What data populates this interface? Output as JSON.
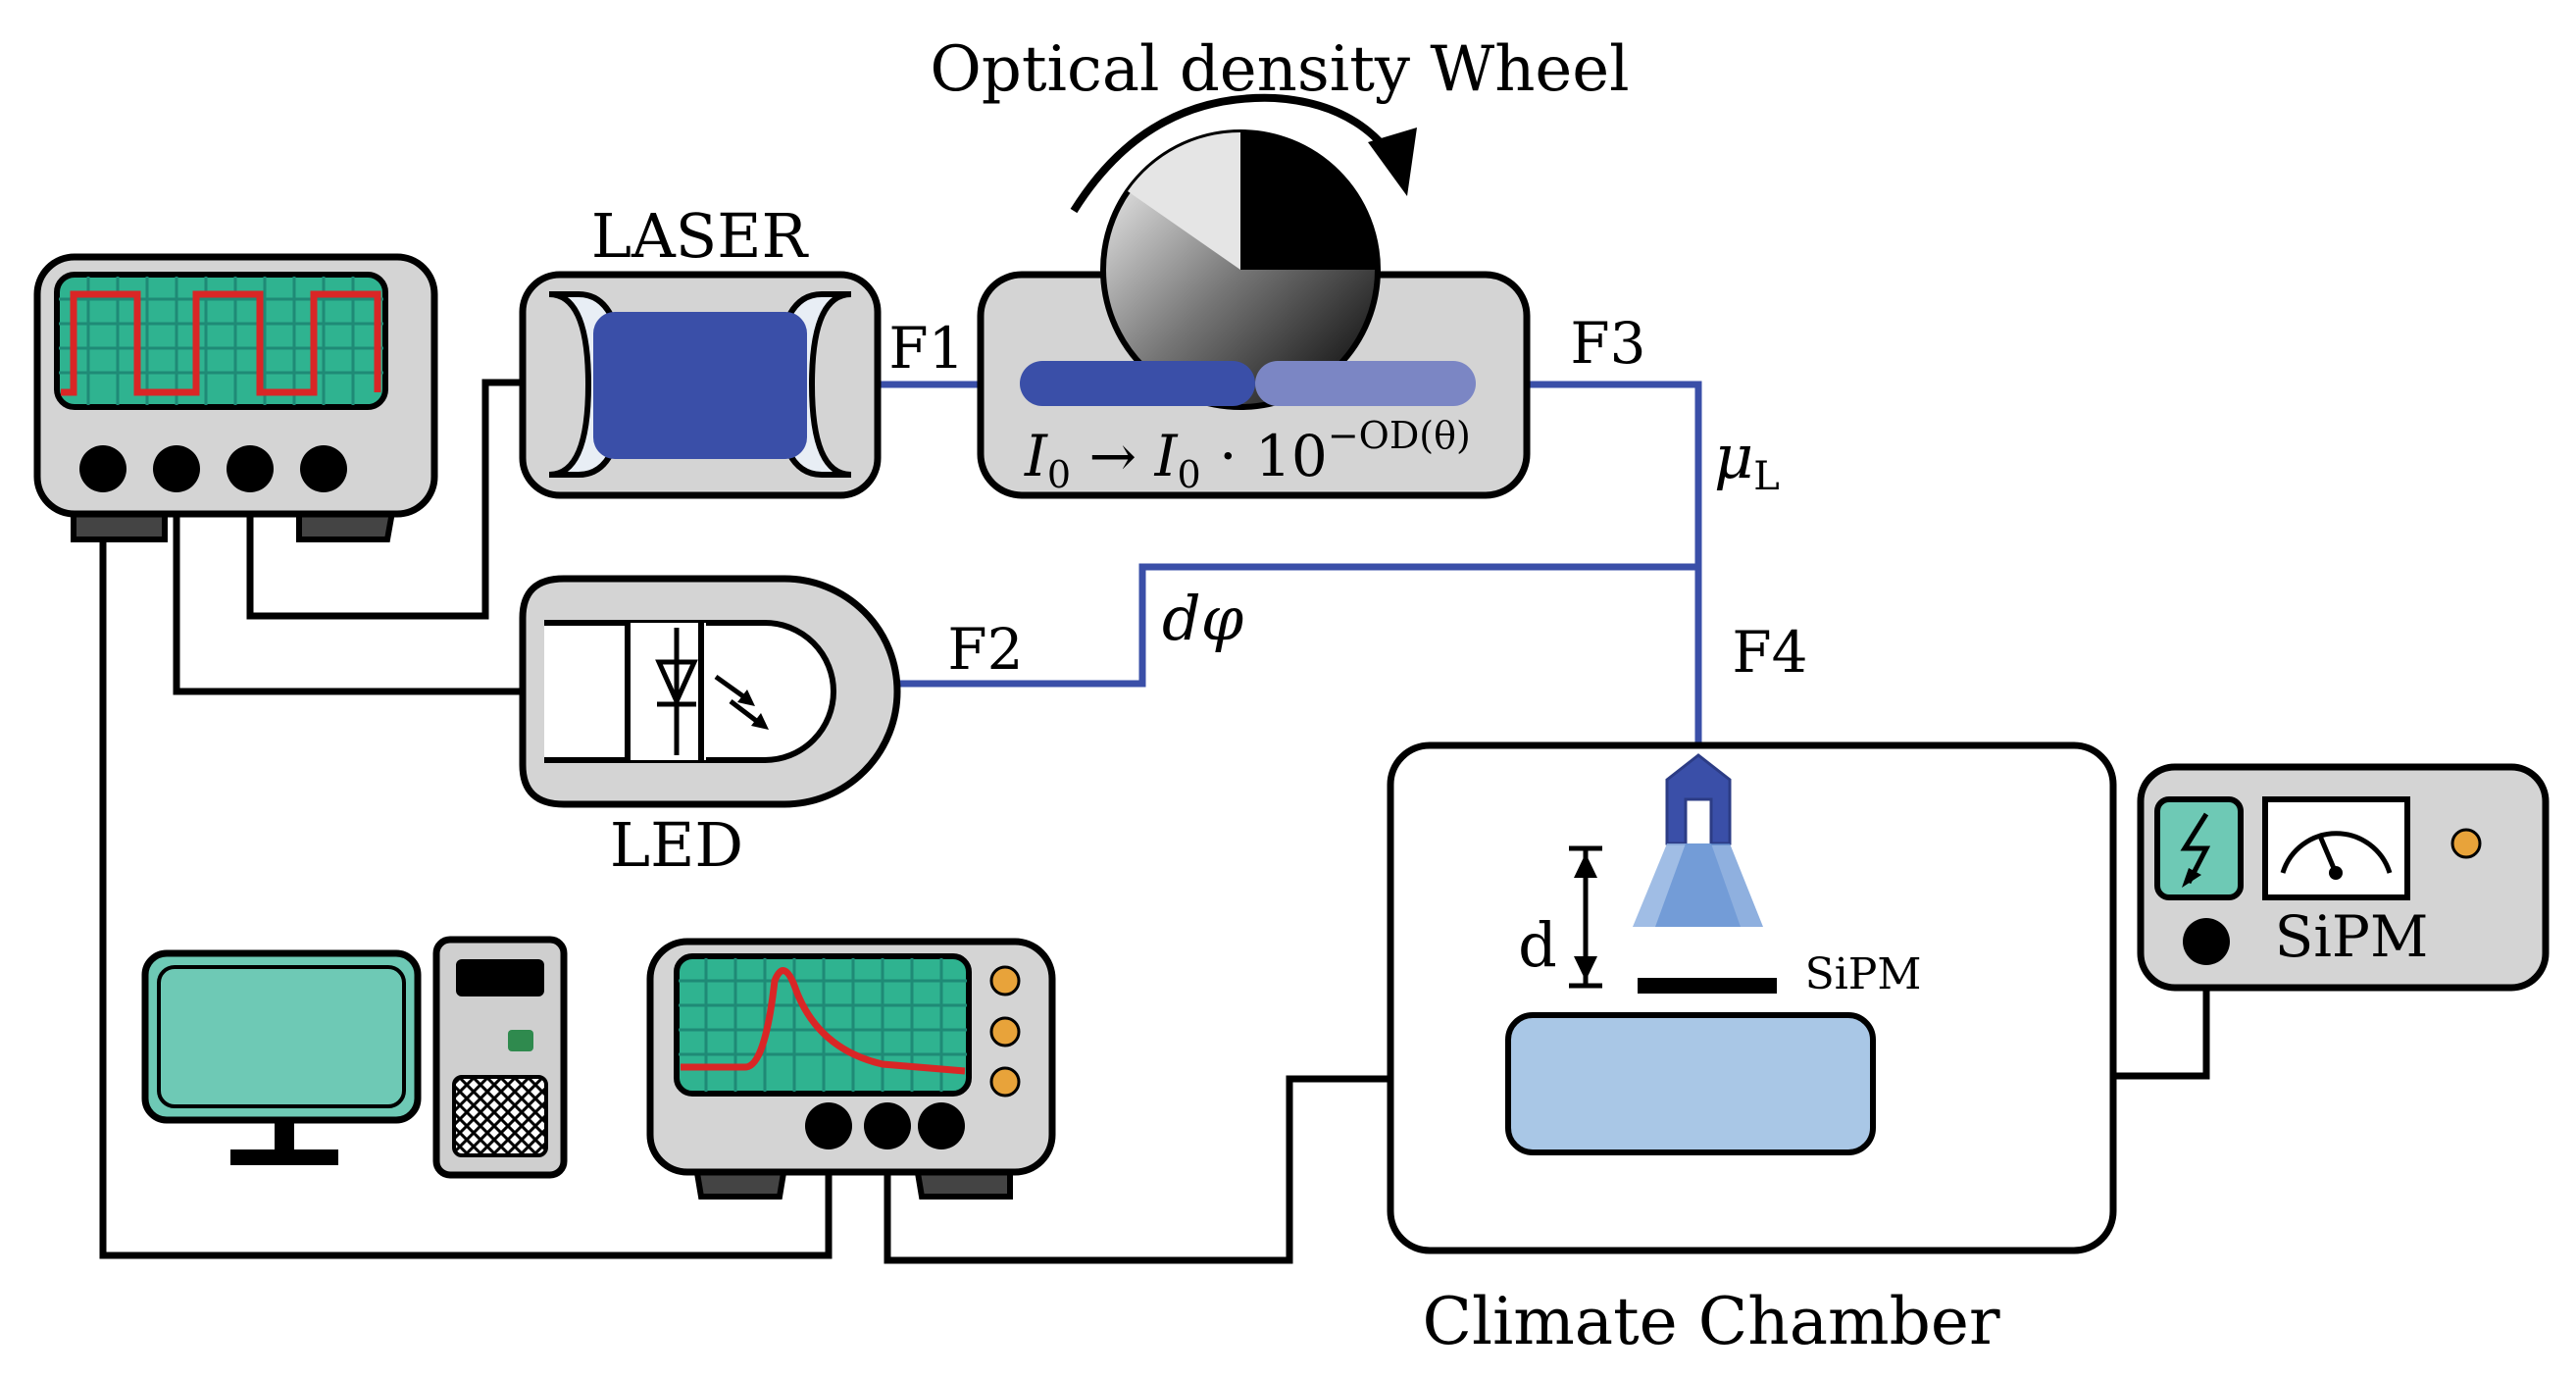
{
  "labels": {
    "wheel_title": "Optical density Wheel",
    "laser": "LASER",
    "led": "LED",
    "f1": "F1",
    "f2": "F2",
    "f3": "F3",
    "f4": "F4",
    "mu_l": "μ",
    "mu_l_sub": "L",
    "dphi": "dφ",
    "d": "d",
    "sipm_sensor": "SiPM",
    "sipm_supply": "SiPM",
    "climate_chamber": "Climate Chamber",
    "formula_i0": "I",
    "formula_sub0": "0",
    "formula_arrow": " → ",
    "formula_i0b": "I",
    "formula_sub0b": "0",
    "formula_rest": " · 10",
    "formula_exp": "−OD(θ)"
  },
  "colors": {
    "fiber": "#3a4fa8",
    "screen": "#2fb390",
    "monitor": "#6ec9b5",
    "signal": "#d92626",
    "chamber_block": "#a9c7e6",
    "box": "#d4d4d4"
  }
}
